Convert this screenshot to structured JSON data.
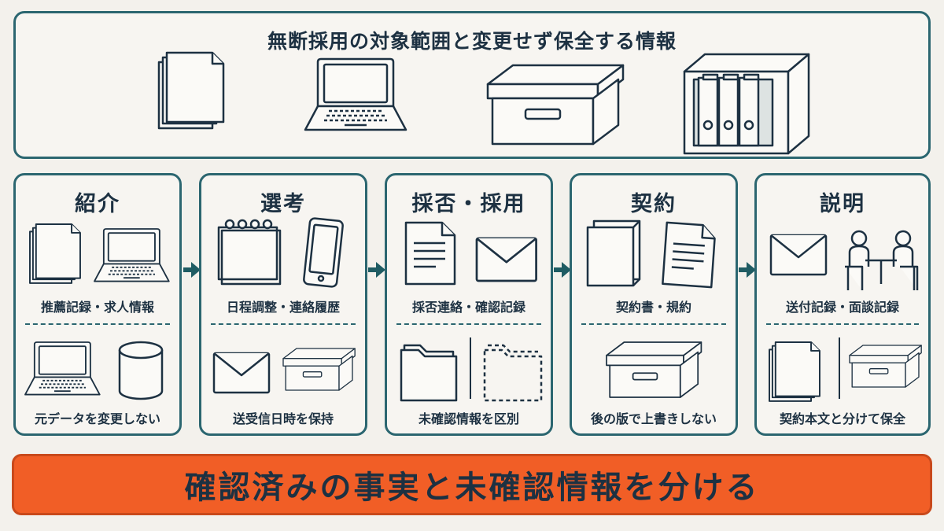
{
  "top": {
    "title": "無断採用の対象範囲と変更せず保全する情報",
    "icons": [
      "documents-icon",
      "laptop-icon",
      "storage-box-icon",
      "binder-cabinet-icon"
    ]
  },
  "stages": [
    {
      "title": "紹介",
      "caption1": "推薦記録・求人情報",
      "caption2": "元データを変更しない"
    },
    {
      "title": "選考",
      "caption1": "日程調整・連絡履歴",
      "caption2": "送受信日時を保持"
    },
    {
      "title": "採否・採用",
      "caption1": "採否連絡・確認記録",
      "caption2": "未確認情報を区別"
    },
    {
      "title": "契約",
      "caption1": "契約書・規約",
      "caption2": "後の版で上書きしない"
    },
    {
      "title": "説明",
      "caption1": "送付記録・面談記録",
      "caption2": "契約本文と分けて保全"
    }
  ],
  "banner": {
    "text": "確認済みの事実と未確認情報を分ける"
  },
  "colors": {
    "outline": "#2b6670",
    "text": "#1d3142",
    "background": "#f3f1ec",
    "banner": "#f15e26"
  }
}
